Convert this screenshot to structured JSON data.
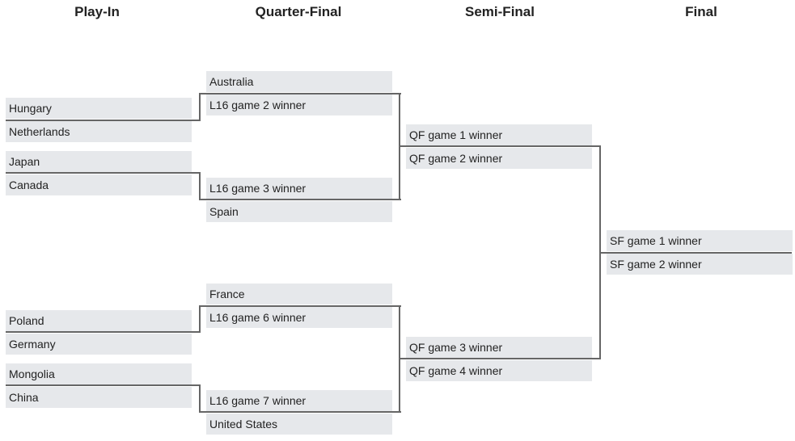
{
  "rounds": {
    "play_in": {
      "title": "Play-In"
    },
    "quarter_final": {
      "title": "Quarter-Final"
    },
    "semi_final": {
      "title": "Semi-Final"
    },
    "final": {
      "title": "Final"
    }
  },
  "play_in": {
    "slots": [
      "Hungary",
      "Netherlands",
      "Japan",
      "Canada",
      "Poland",
      "Germany",
      "Mongolia",
      "China"
    ]
  },
  "quarter_final": {
    "slots": [
      "Australia",
      "L16 game 2 winner",
      "L16 game 3 winner",
      "Spain",
      "France",
      "L16 game 6 winner",
      "L16 game 7 winner",
      "United States"
    ]
  },
  "semi_final": {
    "slots": [
      "QF game 1 winner",
      "QF game 2 winner",
      "QF game 3 winner",
      "QF game 4 winner"
    ]
  },
  "final": {
    "slots": [
      "SF game 1 winner",
      "SF game 2 winner"
    ]
  }
}
